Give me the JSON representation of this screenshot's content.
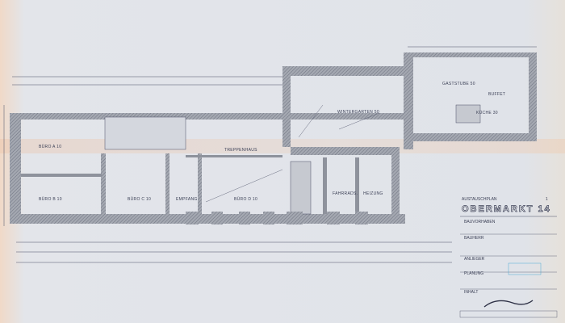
{
  "rooms": {
    "buero_a": "BÜRO A 10",
    "buero_b": "BÜRO B 10",
    "buero_c": "BÜRO C 10",
    "buero_d": "BÜRO D 10",
    "empfang": "EMPFANG",
    "treppenhaus": "TREPPENHAUS",
    "wintergarten": "WINTERGARTEN 50",
    "gaststube": "GASTSTUBE 50",
    "buffet": "BUFFET",
    "kueche": "KÜCHE 30",
    "fahrrads": "FAHRRADS.",
    "heizung": "HEIZUNG"
  },
  "title_block": {
    "plan_type": "AUSTAUSCHPLAN",
    "project": "OBERMARKT 14",
    "sheet_no": "1",
    "fields": [
      {
        "label": "BAUVORHABEN"
      },
      {
        "label": "BAUHERR"
      },
      {
        "label": "ANLIEGER"
      },
      {
        "label": "PLANUNG"
      },
      {
        "label": "INHALT"
      }
    ]
  },
  "colors": {
    "ink": "#3a3f55",
    "wall": "#8e929c",
    "paper": "#e0e3e9",
    "stamp": "#2a9fd0"
  }
}
